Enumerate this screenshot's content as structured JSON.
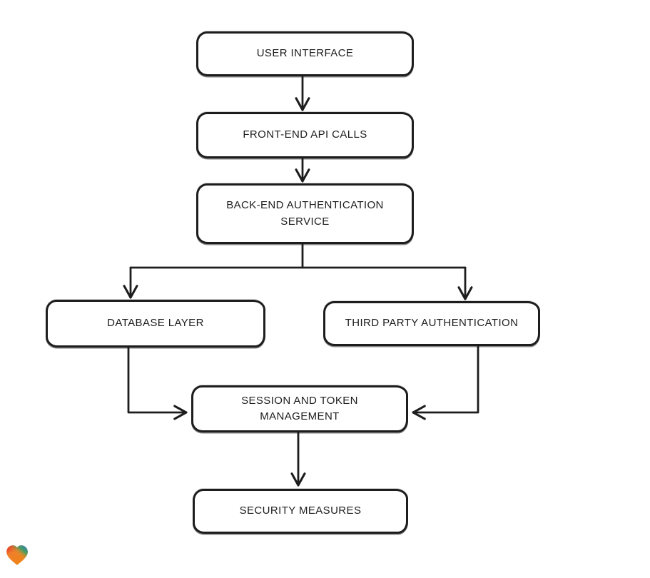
{
  "diagram": {
    "nodes": [
      {
        "id": "user-interface",
        "label": "USER INTERFACE"
      },
      {
        "id": "front-end-api-calls",
        "label": "FRONT-END API CALLS"
      },
      {
        "id": "back-end-authentication-service",
        "label": "BACK-END AUTHENTICATION SERVICE"
      },
      {
        "id": "database-layer",
        "label": "DATABASE LAYER"
      },
      {
        "id": "third-party-authentication",
        "label": "THIRD PARTY AUTHENTICATION"
      },
      {
        "id": "session-and-token-management",
        "label": "SESSION AND TOKEN MANAGEMENT"
      },
      {
        "id": "security-measures",
        "label": "SECURITY MEASURES"
      }
    ],
    "edges": [
      {
        "from": "user-interface",
        "to": "front-end-api-calls"
      },
      {
        "from": "front-end-api-calls",
        "to": "back-end-authentication-service"
      },
      {
        "from": "back-end-authentication-service",
        "to": "database-layer"
      },
      {
        "from": "back-end-authentication-service",
        "to": "third-party-authentication"
      },
      {
        "from": "database-layer",
        "to": "session-and-token-management"
      },
      {
        "from": "third-party-authentication",
        "to": "session-and-token-management"
      },
      {
        "from": "session-and-token-management",
        "to": "security-measures"
      }
    ],
    "style": {
      "stroke_color": "#1d1d1d",
      "node_fill": "#ffffff",
      "text_color": "#1d1d1d",
      "background": "#ffffff"
    }
  },
  "branding": {
    "logo_name": "heart-logo",
    "logo_colors": {
      "red": "#e3242b",
      "blue": "#2b7de1",
      "green": "#2ba068",
      "orange": "#f59a23",
      "deep_orange": "#ef8318"
    }
  }
}
